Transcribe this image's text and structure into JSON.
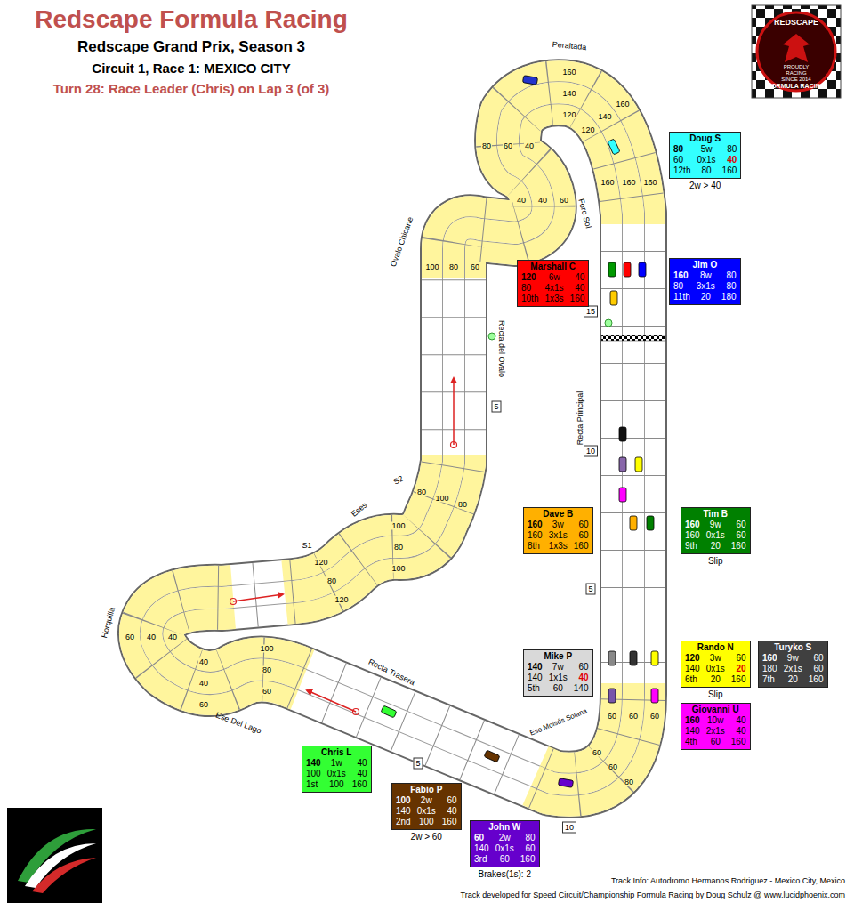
{
  "diagram": {
    "title": "Redscape Formula Racing",
    "nodes": [
      {
        "text": [
          "Doug S",
          "80",
          "5w",
          "80",
          "60",
          "0x1s",
          "40",
          "12th",
          "80",
          "160",
          "2w > 40"
        ]
      },
      {
        "text": [
          "Jim O",
          "160",
          "8w",
          "80",
          "80",
          "3x1s",
          "80",
          "11th",
          "20",
          "180"
        ]
      },
      {
        "text": [
          "Marshall C",
          "120",
          "6w",
          "40",
          "80",
          "4x1s",
          "40",
          "10th",
          "1x3s",
          "160"
        ]
      },
      {
        "text": [
          "Dave B",
          "160",
          "3w",
          "60",
          "160",
          "3x1s",
          "60",
          "8th",
          "1x3s",
          "160"
        ]
      },
      {
        "text": [
          "Tim B",
          "160",
          "9w",
          "60",
          "160",
          "0x1s",
          "60",
          "9th",
          "20",
          "160",
          "Slip"
        ]
      },
      {
        "text": [
          "Rando N",
          "120",
          "3w",
          "60",
          "140",
          "0x1s",
          "20",
          "6th",
          "20",
          "160",
          "Slip"
        ]
      },
      {
        "text": [
          "Turyko S",
          "160",
          "9w",
          "60",
          "180",
          "2x1s",
          "60",
          "7th",
          "20",
          "160"
        ]
      },
      {
        "text": [
          "Mike P",
          "140",
          "7w",
          "60",
          "140",
          "1x1s",
          "40",
          "5th",
          "60",
          "140"
        ]
      },
      {
        "text": [
          "Giovanni U",
          "160",
          "10w",
          "40",
          "140",
          "2x1s",
          "40",
          "4th",
          "60",
          "160"
        ]
      },
      {
        "text": [
          "Chris L",
          "140",
          "1w",
          "40",
          "100",
          "0x1s",
          "40",
          "1st",
          "100",
          "160"
        ]
      },
      {
        "text": [
          "Fabio P",
          "100",
          "2w",
          "60",
          "140",
          "0x1s",
          "40",
          "2nd",
          "100",
          "160",
          "2w > 60"
        ]
      },
      {
        "text": [
          "John W",
          "60",
          "2w",
          "80",
          "140",
          "0x1s",
          "60",
          "3rd",
          "60",
          "160",
          "Brakes(1s): 2"
        ]
      }
    ],
    "labels": [
      "Redscape Grand Prix, Season 3",
      "Circuit 1, Race 1: MEXICO CITY",
      "Turn 28: Race Leader (Chris) on Lap 3 (of 3)",
      "REDSCAPE",
      "PROUDLY RACING SINCE 2014",
      "FORMULA RACING",
      "Peraltada",
      "Foro Sol",
      "Ovalo Chicane",
      "Recta del Ovalo",
      "Recta Principal",
      "S2",
      "Eses",
      "S1",
      "Horquilla",
      "Ese Del Lago",
      "Recta Trasera",
      "Ese Moisés Solana",
      "15",
      "10",
      "5",
      "5",
      "5",
      "10",
      "160",
      "140",
      "120",
      "160",
      "140",
      "120",
      "80",
      "60",
      "40",
      "160",
      "160",
      "160",
      "40",
      "40",
      "60",
      "100",
      "80",
      "60",
      "80",
      "100",
      "80",
      "100",
      "80",
      "100",
      "120",
      "80",
      "120",
      "60",
      "40",
      "40",
      "100",
      "80",
      "60",
      "40",
      "40",
      "60",
      "60",
      "60",
      "60",
      "60",
      "60",
      "80",
      "Track Info: Autodromo Hermanos Rodriguez - Mexico City, Mexico",
      "Track developed for Speed Circuit/Championship Formula Racing by Doug Schulz @ www.lucidphoenix.com"
    ]
  }
}
